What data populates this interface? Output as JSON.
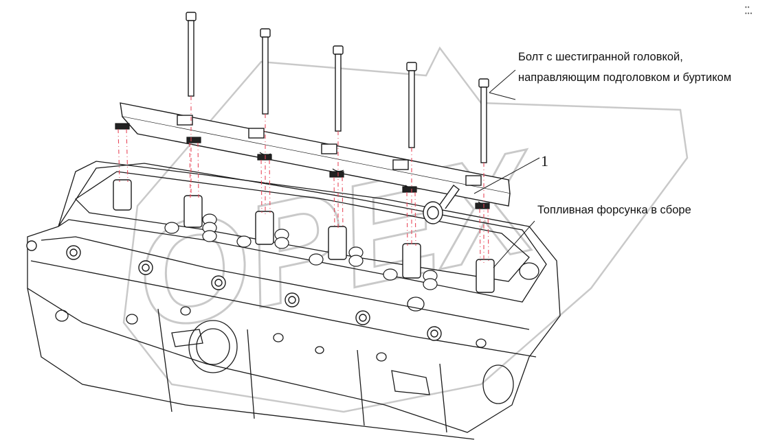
{
  "labels": {
    "bolt_line1": "Болт с шестигранной головкой,",
    "bolt_line2": "направляющим подголовком и буртиком",
    "injector": "Топливная форсунка в сборе",
    "callout_number": "1"
  },
  "watermark": {
    "text": "ОРЕХ"
  },
  "colors": {
    "line": "#1a1a1a",
    "guide": "#e8485a",
    "watermark": "#c8c8c8"
  }
}
